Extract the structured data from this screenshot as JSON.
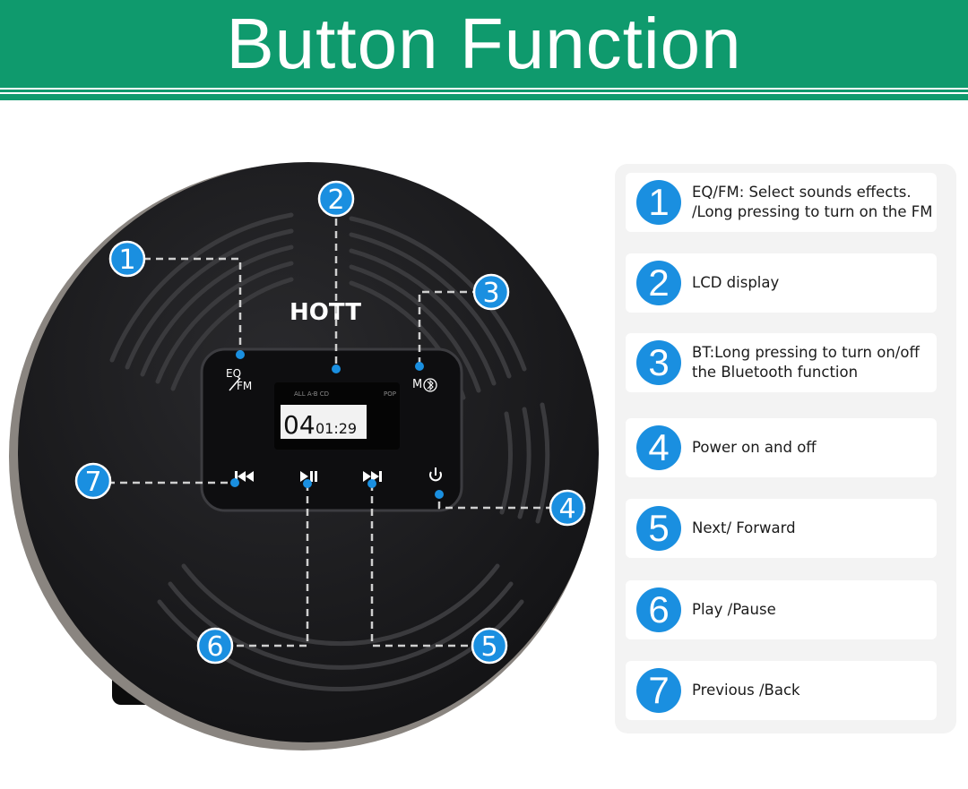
{
  "banner": {
    "title": "Button Function"
  },
  "device": {
    "brand": "HOTT",
    "lcd_indicators": "ALL  A-B  CD",
    "lcd_mode": "POP",
    "lcd_track": "04",
    "lcd_time": "01:29",
    "eq_label": "EQ",
    "fm_label": "FM",
    "m_label": "M"
  },
  "callouts": [
    "1",
    "2",
    "3",
    "4",
    "5",
    "6",
    "7"
  ],
  "functions": [
    {
      "number": "1",
      "text": "EQ/FM: Select sounds effects.\n/Long pressing to turn on the FM"
    },
    {
      "number": "2",
      "text": "LCD display"
    },
    {
      "number": "3",
      "text": "BT:Long pressing to turn on/off\nthe Bluetooth function"
    },
    {
      "number": "4",
      "text": "Power on and off"
    },
    {
      "number": "5",
      "text": "Next/ Forward"
    },
    {
      "number": "6",
      "text": "Play /Pause"
    },
    {
      "number": "7",
      "text": "Previous /Back"
    }
  ],
  "colors": {
    "banner": "#0f9a6d",
    "accent_blue": "#1a8fe0",
    "device_body": "#1c1c1e"
  }
}
